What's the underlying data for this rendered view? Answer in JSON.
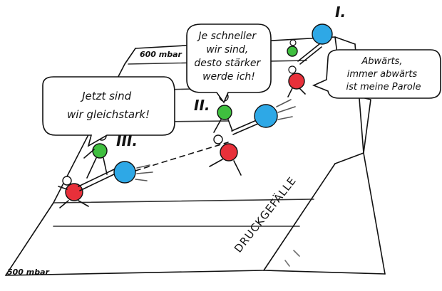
{
  "colors": {
    "ink": "#111111",
    "red_particle": "#e8303a",
    "green_particle": "#3fbf3f",
    "blue_particle": "#2ea8e6"
  },
  "pressure_labels": {
    "top": "600 mbar",
    "bottom": "500 mbar"
  },
  "slope_label": "DRUCKGEFÄLLE",
  "stages": {
    "one": "I.",
    "two": "II.",
    "three": "III."
  },
  "bubbles": {
    "left": [
      "Jetzt sind",
      "wir gleichstark!"
    ],
    "middle": [
      "Je schneller",
      "wir sind,",
      "desto stärker",
      "werde ich!"
    ],
    "right": [
      "Abwärts,",
      "immer abwärts",
      "ist meine Parole"
    ]
  }
}
